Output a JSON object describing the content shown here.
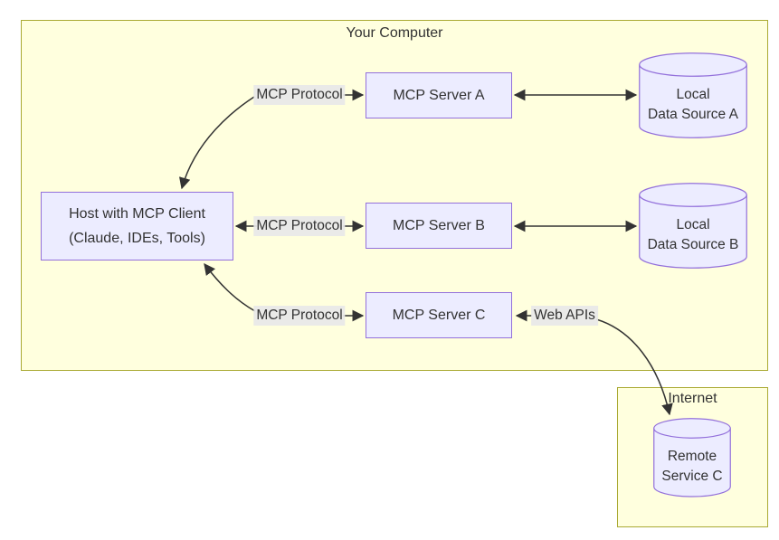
{
  "diagram": {
    "type": "flowchart",
    "clusters": [
      {
        "id": "your-computer",
        "title": "Your Computer"
      },
      {
        "id": "internet",
        "title": "Internet"
      }
    ],
    "nodes": {
      "host": {
        "shape": "rect",
        "line1": "Host with MCP Client",
        "line2": "(Claude, IDEs, Tools)"
      },
      "server_a": {
        "shape": "rect",
        "label": "MCP Server A"
      },
      "server_b": {
        "shape": "rect",
        "label": "MCP Server B"
      },
      "server_c": {
        "shape": "rect",
        "label": "MCP Server C"
      },
      "data_source_a": {
        "shape": "cylinder",
        "line1": "Local",
        "line2": "Data Source A"
      },
      "data_source_b": {
        "shape": "cylinder",
        "line1": "Local",
        "line2": "Data Source B"
      },
      "remote_service_c": {
        "shape": "cylinder",
        "line1": "Remote",
        "line2": "Service C"
      }
    },
    "edges": [
      {
        "from": "host",
        "to": "server_a",
        "label": "MCP Protocol",
        "bidirectional": true
      },
      {
        "from": "host",
        "to": "server_b",
        "label": "MCP Protocol",
        "bidirectional": true
      },
      {
        "from": "host",
        "to": "server_c",
        "label": "MCP Protocol",
        "bidirectional": true
      },
      {
        "from": "server_a",
        "to": "data_source_a",
        "label": "",
        "bidirectional": true
      },
      {
        "from": "server_b",
        "to": "data_source_b",
        "label": "",
        "bidirectional": true
      },
      {
        "from": "server_c",
        "to": "remote_service_c",
        "label": "Web APIs",
        "bidirectional": true
      }
    ],
    "colors": {
      "cluster_fill": "#FFFFDE",
      "cluster_border": "#AAAA33",
      "node_fill": "#ECECFF",
      "node_border": "#9370DB",
      "edge_line": "#333333",
      "edge_label_bg": "#E8E8E8",
      "text": "#333333",
      "page_bg": "#FFFFFF"
    }
  }
}
